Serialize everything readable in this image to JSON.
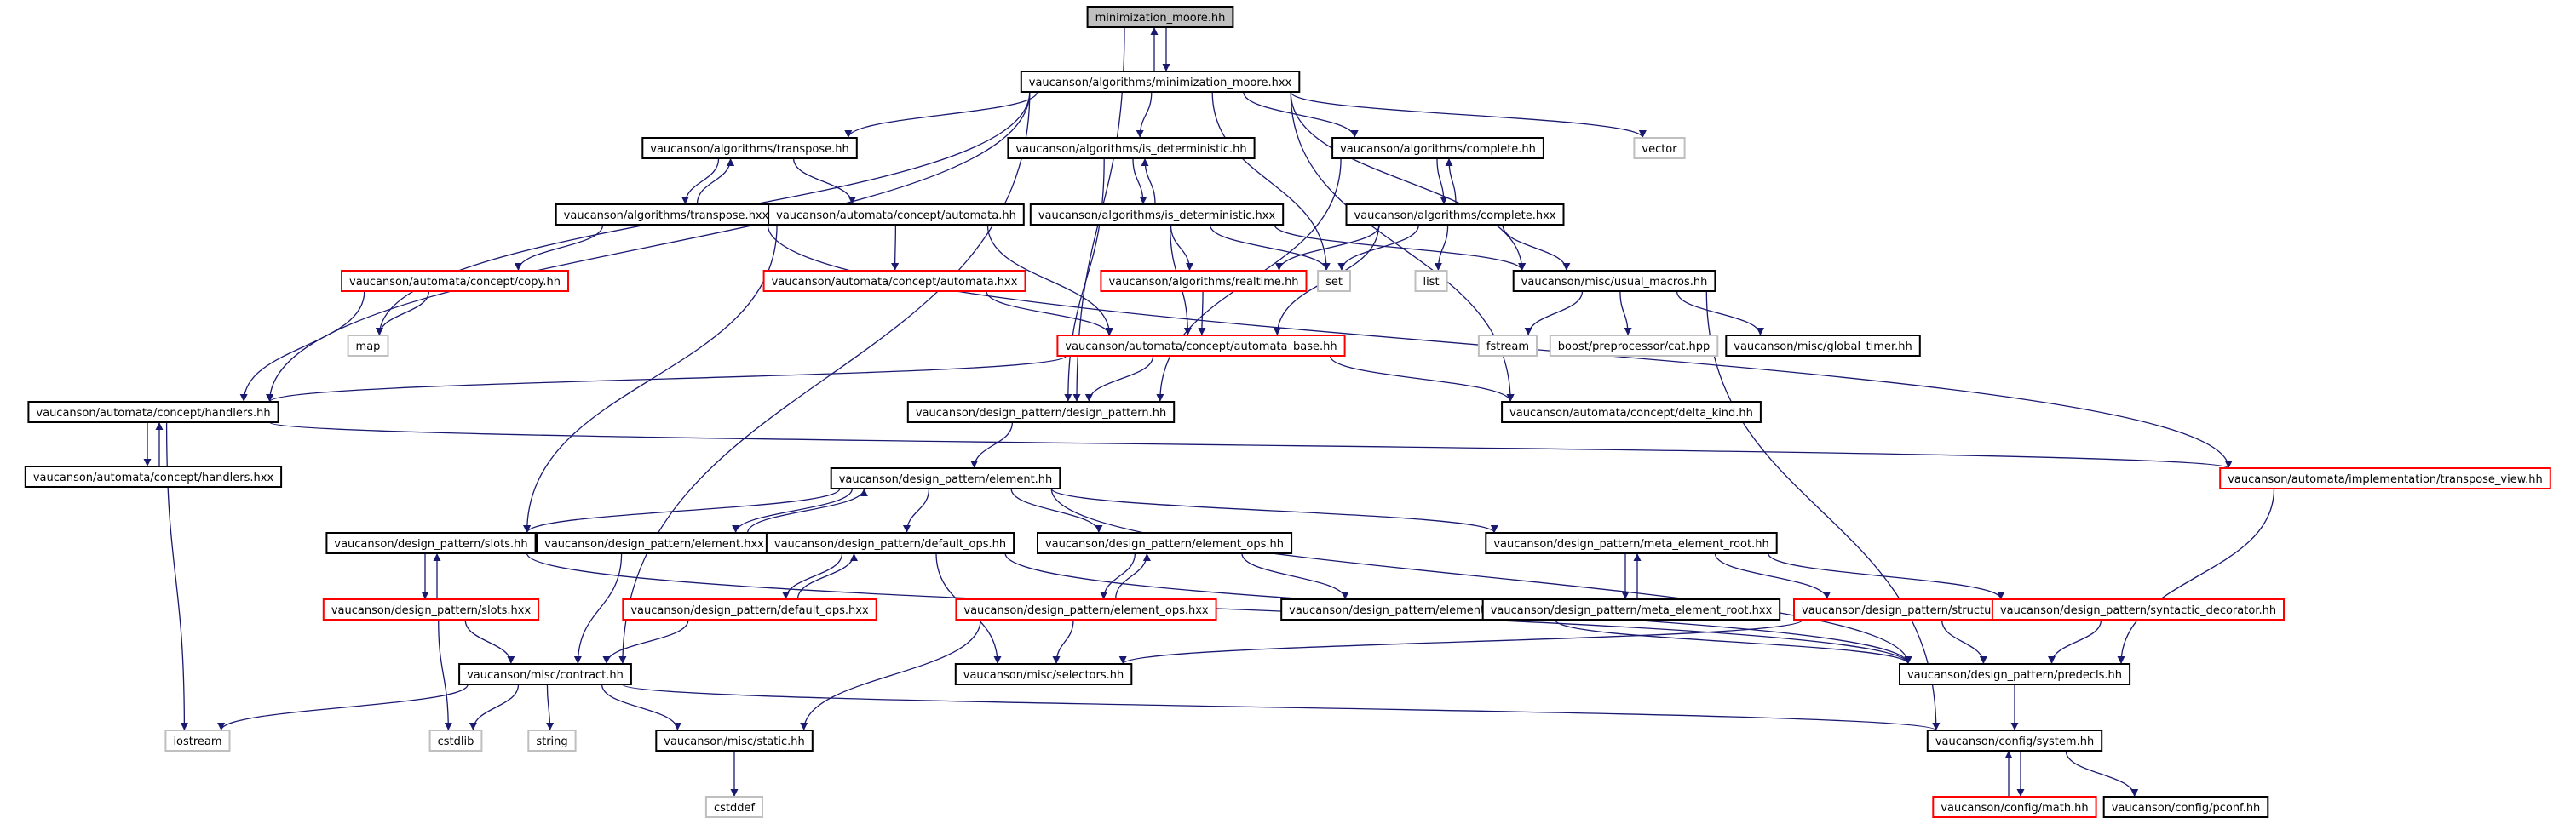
{
  "colors": {
    "edge": "#191970",
    "border_normal": "#000000",
    "border_truncated": "#ff0000",
    "border_external": "#bfbfbf",
    "root_fill": "#bfbfbf",
    "fill": "#ffffff"
  },
  "nodes": [
    {
      "id": "root",
      "label": "minimization_moore.hh",
      "kind": "root"
    },
    {
      "id": "mmh",
      "label": "vaucanson/algorithms/minimization_moore.hxx",
      "kind": "normal"
    },
    {
      "id": "tr_hh",
      "label": "vaucanson/algorithms/transpose.hh",
      "kind": "normal"
    },
    {
      "id": "isd_hh",
      "label": "vaucanson/algorithms/is_deterministic.hh",
      "kind": "normal"
    },
    {
      "id": "comp_hh",
      "label": "vaucanson/algorithms/complete.hh",
      "kind": "normal"
    },
    {
      "id": "vector",
      "label": "vector",
      "kind": "external"
    },
    {
      "id": "tr_hxx",
      "label": "vaucanson/algorithms/transpose.hxx",
      "kind": "normal"
    },
    {
      "id": "aut_hh",
      "label": "vaucanson/automata/concept/automata.hh",
      "kind": "normal"
    },
    {
      "id": "isd_hxx",
      "label": "vaucanson/algorithms/is_deterministic.hxx",
      "kind": "normal"
    },
    {
      "id": "comp_hxx",
      "label": "vaucanson/algorithms/complete.hxx",
      "kind": "normal"
    },
    {
      "id": "copy_hh",
      "label": "vaucanson/automata/concept/copy.hh",
      "kind": "truncated"
    },
    {
      "id": "aut_hxx",
      "label": "vaucanson/automata/concept/automata.hxx",
      "kind": "truncated"
    },
    {
      "id": "realtime",
      "label": "vaucanson/algorithms/realtime.hh",
      "kind": "truncated"
    },
    {
      "id": "set",
      "label": "set",
      "kind": "external"
    },
    {
      "id": "list",
      "label": "list",
      "kind": "external"
    },
    {
      "id": "usual",
      "label": "vaucanson/misc/usual_macros.hh",
      "kind": "normal"
    },
    {
      "id": "map",
      "label": "map",
      "kind": "external"
    },
    {
      "id": "aut_base",
      "label": "vaucanson/automata/concept/automata_base.hh",
      "kind": "truncated"
    },
    {
      "id": "fstream",
      "label": "fstream",
      "kind": "external"
    },
    {
      "id": "boostcat",
      "label": "boost/preprocessor/cat.hpp",
      "kind": "external"
    },
    {
      "id": "gtimer",
      "label": "vaucanson/misc/global_timer.hh",
      "kind": "normal"
    },
    {
      "id": "handlers",
      "label": "vaucanson/automata/concept/handlers.hh",
      "kind": "normal"
    },
    {
      "id": "dp",
      "label": "vaucanson/design_pattern/design_pattern.hh",
      "kind": "normal"
    },
    {
      "id": "delta",
      "label": "vaucanson/automata/concept/delta_kind.hh",
      "kind": "normal"
    },
    {
      "id": "handlers_hxx",
      "label": "vaucanson/automata/concept/handlers.hxx",
      "kind": "normal"
    },
    {
      "id": "element",
      "label": "vaucanson/design_pattern/element.hh",
      "kind": "normal"
    },
    {
      "id": "trview",
      "label": "vaucanson/automata/implementation/transpose_view.hh",
      "kind": "truncated"
    },
    {
      "id": "slots_hh",
      "label": "vaucanson/design_pattern/slots.hh",
      "kind": "normal"
    },
    {
      "id": "element_hxx",
      "label": "vaucanson/design_pattern/element.hxx",
      "kind": "normal"
    },
    {
      "id": "defops_hh",
      "label": "vaucanson/design_pattern/default_ops.hh",
      "kind": "normal"
    },
    {
      "id": "elops_hh",
      "label": "vaucanson/design_pattern/element_ops.hh",
      "kind": "normal"
    },
    {
      "id": "meta_hh",
      "label": "vaucanson/design_pattern/meta_element_root.hh",
      "kind": "normal"
    },
    {
      "id": "slots_hxx",
      "label": "vaucanson/design_pattern/slots.hxx",
      "kind": "truncated"
    },
    {
      "id": "defops_hxx",
      "label": "vaucanson/design_pattern/default_ops.hxx",
      "kind": "truncated"
    },
    {
      "id": "elops_hxx",
      "label": "vaucanson/design_pattern/element_ops.hxx",
      "kind": "truncated"
    },
    {
      "id": "eltraits",
      "label": "vaucanson/design_pattern/element_op_traits.hh",
      "kind": "normal"
    },
    {
      "id": "meta_hxx",
      "label": "vaucanson/design_pattern/meta_element_root.hxx",
      "kind": "normal"
    },
    {
      "id": "structure",
      "label": "vaucanson/design_pattern/structure.hh",
      "kind": "truncated"
    },
    {
      "id": "syntdec",
      "label": "vaucanson/design_pattern/syntactic_decorator.hh",
      "kind": "truncated"
    },
    {
      "id": "contract",
      "label": "vaucanson/misc/contract.hh",
      "kind": "normal"
    },
    {
      "id": "selectors",
      "label": "vaucanson/misc/selectors.hh",
      "kind": "normal"
    },
    {
      "id": "predecls",
      "label": "vaucanson/design_pattern/predecls.hh",
      "kind": "normal"
    },
    {
      "id": "iostream",
      "label": "iostream",
      "kind": "external"
    },
    {
      "id": "cstdlib",
      "label": "cstdlib",
      "kind": "external"
    },
    {
      "id": "string",
      "label": "string",
      "kind": "external"
    },
    {
      "id": "static",
      "label": "vaucanson/misc/static.hh",
      "kind": "normal"
    },
    {
      "id": "system",
      "label": "vaucanson/config/system.hh",
      "kind": "normal"
    },
    {
      "id": "cstddef",
      "label": "cstddef",
      "kind": "external"
    },
    {
      "id": "math",
      "label": "vaucanson/config/math.hh",
      "kind": "truncated"
    },
    {
      "id": "pconf",
      "label": "vaucanson/config/pconf.hh",
      "kind": "normal"
    }
  ],
  "edges": [
    [
      "root",
      "mmh"
    ],
    [
      "mmh",
      "root"
    ],
    [
      "mmh",
      "tr_hh"
    ],
    [
      "mmh",
      "isd_hh"
    ],
    [
      "mmh",
      "comp_hh"
    ],
    [
      "mmh",
      "vector"
    ],
    [
      "mmh",
      "set"
    ],
    [
      "mmh",
      "usual"
    ],
    [
      "mmh",
      "map"
    ],
    [
      "mmh",
      "handlers"
    ],
    [
      "mmh",
      "contract"
    ],
    [
      "mmh",
      "delta"
    ],
    [
      "root",
      "dp"
    ],
    [
      "tr_hh",
      "tr_hxx"
    ],
    [
      "tr_hxx",
      "tr_hh"
    ],
    [
      "tr_hh",
      "aut_hh"
    ],
    [
      "tr_hxx",
      "copy_hh"
    ],
    [
      "tr_hxx",
      "trview"
    ],
    [
      "aut_hh",
      "aut_hxx"
    ],
    [
      "aut_hh",
      "aut_base"
    ],
    [
      "aut_hh",
      "slots_hh"
    ],
    [
      "aut_hxx",
      "aut_base"
    ],
    [
      "copy_hh",
      "map"
    ],
    [
      "copy_hh",
      "handlers"
    ],
    [
      "isd_hh",
      "isd_hxx"
    ],
    [
      "isd_hxx",
      "isd_hh"
    ],
    [
      "isd_hh",
      "dp"
    ],
    [
      "isd_hxx",
      "realtime"
    ],
    [
      "isd_hxx",
      "set"
    ],
    [
      "isd_hxx",
      "aut_base"
    ],
    [
      "isd_hxx",
      "usual"
    ],
    [
      "comp_hh",
      "comp_hxx"
    ],
    [
      "comp_hxx",
      "comp_hh"
    ],
    [
      "comp_hh",
      "dp"
    ],
    [
      "comp_hxx",
      "realtime"
    ],
    [
      "comp_hxx",
      "set"
    ],
    [
      "comp_hxx",
      "list"
    ],
    [
      "comp_hxx",
      "usual"
    ],
    [
      "comp_hxx",
      "aut_base"
    ],
    [
      "realtime",
      "aut_base"
    ],
    [
      "usual",
      "fstream"
    ],
    [
      "usual",
      "boostcat"
    ],
    [
      "usual",
      "gtimer"
    ],
    [
      "usual",
      "system"
    ],
    [
      "aut_base",
      "handlers"
    ],
    [
      "aut_base",
      "dp"
    ],
    [
      "aut_base",
      "delta"
    ],
    [
      "handlers",
      "handlers_hxx"
    ],
    [
      "handlers_hxx",
      "handlers"
    ],
    [
      "handlers",
      "iostream"
    ],
    [
      "handlers",
      "trview"
    ],
    [
      "dp",
      "element"
    ],
    [
      "element",
      "slots_hh"
    ],
    [
      "element",
      "element_hxx"
    ],
    [
      "element_hxx",
      "element"
    ],
    [
      "element",
      "defops_hh"
    ],
    [
      "element",
      "elops_hh"
    ],
    [
      "element",
      "meta_hh"
    ],
    [
      "element",
      "predecls"
    ],
    [
      "slots_hh",
      "slots_hxx"
    ],
    [
      "slots_hxx",
      "slots_hh"
    ],
    [
      "slots_hh",
      "predecls"
    ],
    [
      "slots_hxx",
      "contract"
    ],
    [
      "slots_hxx",
      "cstdlib"
    ],
    [
      "element_hxx",
      "contract"
    ],
    [
      "defops_hh",
      "defops_hxx"
    ],
    [
      "defops_hxx",
      "defops_hh"
    ],
    [
      "defops_hh",
      "selectors"
    ],
    [
      "defops_hh",
      "predecls"
    ],
    [
      "defops_hxx",
      "contract"
    ],
    [
      "elops_hh",
      "elops_hxx"
    ],
    [
      "elops_hxx",
      "elops_hh"
    ],
    [
      "elops_hh",
      "eltraits"
    ],
    [
      "elops_hxx",
      "selectors"
    ],
    [
      "elops_hxx",
      "static"
    ],
    [
      "meta_hh",
      "meta_hxx"
    ],
    [
      "meta_hxx",
      "meta_hh"
    ],
    [
      "meta_hh",
      "structure"
    ],
    [
      "meta_hh",
      "syntdec"
    ],
    [
      "eltraits",
      "predecls"
    ],
    [
      "structure",
      "selectors"
    ],
    [
      "structure",
      "predecls"
    ],
    [
      "syntdec",
      "predecls"
    ],
    [
      "trview",
      "predecls"
    ],
    [
      "contract",
      "iostream"
    ],
    [
      "contract",
      "cstdlib"
    ],
    [
      "contract",
      "string"
    ],
    [
      "contract",
      "static"
    ],
    [
      "contract",
      "system"
    ],
    [
      "predecls",
      "system"
    ],
    [
      "static",
      "cstddef"
    ],
    [
      "system",
      "math"
    ],
    [
      "math",
      "system"
    ],
    [
      "system",
      "pconf"
    ]
  ]
}
